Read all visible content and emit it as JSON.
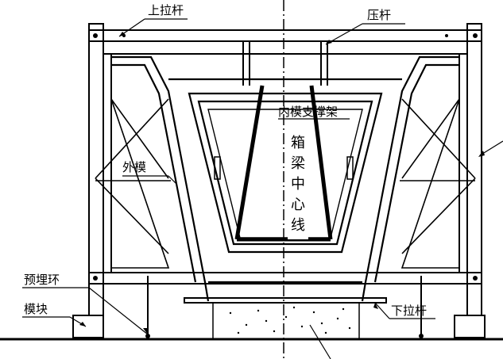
{
  "labels": {
    "upper_tie_rod": "上拉杆",
    "strut": "压杆",
    "inner_form_support": "内模支撑架",
    "outer_form": "外模",
    "embedded_ring": "预埋环",
    "mold_block": "模块",
    "lower_tie_rod": "下拉杆",
    "centerline_chars": [
      "箱",
      "梁",
      "中",
      "心",
      "线"
    ]
  }
}
